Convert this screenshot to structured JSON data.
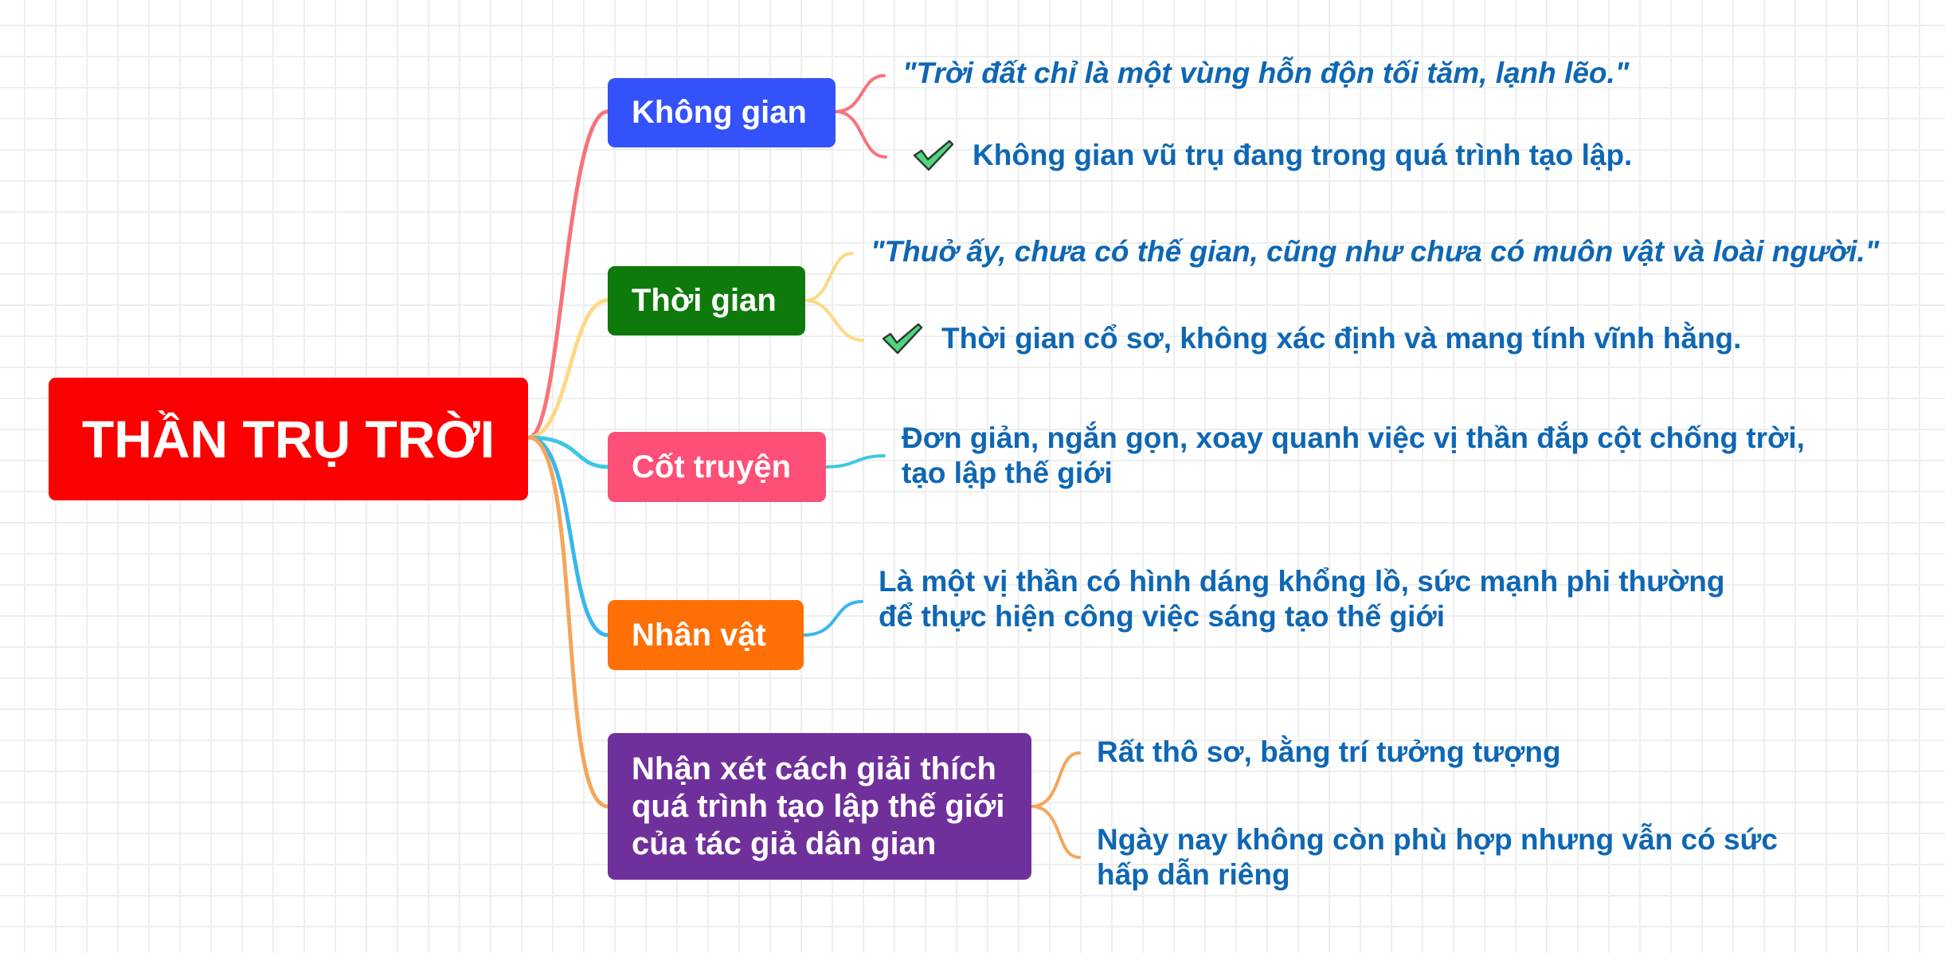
{
  "colors": {
    "root_bg": "#fa0000",
    "leaf_text": "#0e67b4",
    "check_fill": "#4fd67c",
    "grid_line": "#eeeeee"
  },
  "root": {
    "label": "THẦN TRỤ TRỜI",
    "color": "#fa0000"
  },
  "branches": [
    {
      "label": "Không gian",
      "color": "#3352fa",
      "line_color": "#f87378",
      "leaves": [
        {
          "text": "\"Trời đất chỉ là một vùng hỗn độn tối tăm, lạnh lẽo.\"",
          "style": "italic"
        },
        {
          "text": "Không gian vũ trụ đang trong quá trình tạo lập.",
          "icon": "checkmark-icon"
        }
      ]
    },
    {
      "label": "Thời gian",
      "color": "#0f7a0c",
      "line_color": "#fdd985",
      "leaves": [
        {
          "text": "\"Thuở ấy, chưa có thế gian, cũng như chưa có muôn vật và loài người.\"",
          "style": "italic"
        },
        {
          "text": "Thời gian cổ sơ, không xác định và mang tính vĩnh hằng.",
          "icon": "checkmark-icon"
        }
      ]
    },
    {
      "label": "Cốt truyện",
      "color": "#fd4f77",
      "line_color": "#3dc8e3",
      "leaves": [
        {
          "text": "Đơn giản, ngắn  gọn, xoay quanh việc vị thần đắp cột chống trời, tạo lập thế giới"
        }
      ]
    },
    {
      "label": "Nhân vật",
      "color": "#fe6f05",
      "line_color": "#39b6ee",
      "leaves": [
        {
          "text": "Là một vị thần có hình dáng khổng lồ, sức mạnh phi thường để thực hiện công việc sáng tạo thế giới"
        }
      ]
    },
    {
      "label": "Nhận xét cách giải thích quá trình tạo lập thế giới của tác giả dân gian",
      "color": "#70309c",
      "line_color": "#f5a55a",
      "leaves": [
        {
          "text": "Rất thô sơ, bằng trí tưởng tượng"
        },
        {
          "text": "Ngày nay không còn phù hợp nhưng vẫn có sức hấp dẫn riêng"
        }
      ]
    }
  ]
}
